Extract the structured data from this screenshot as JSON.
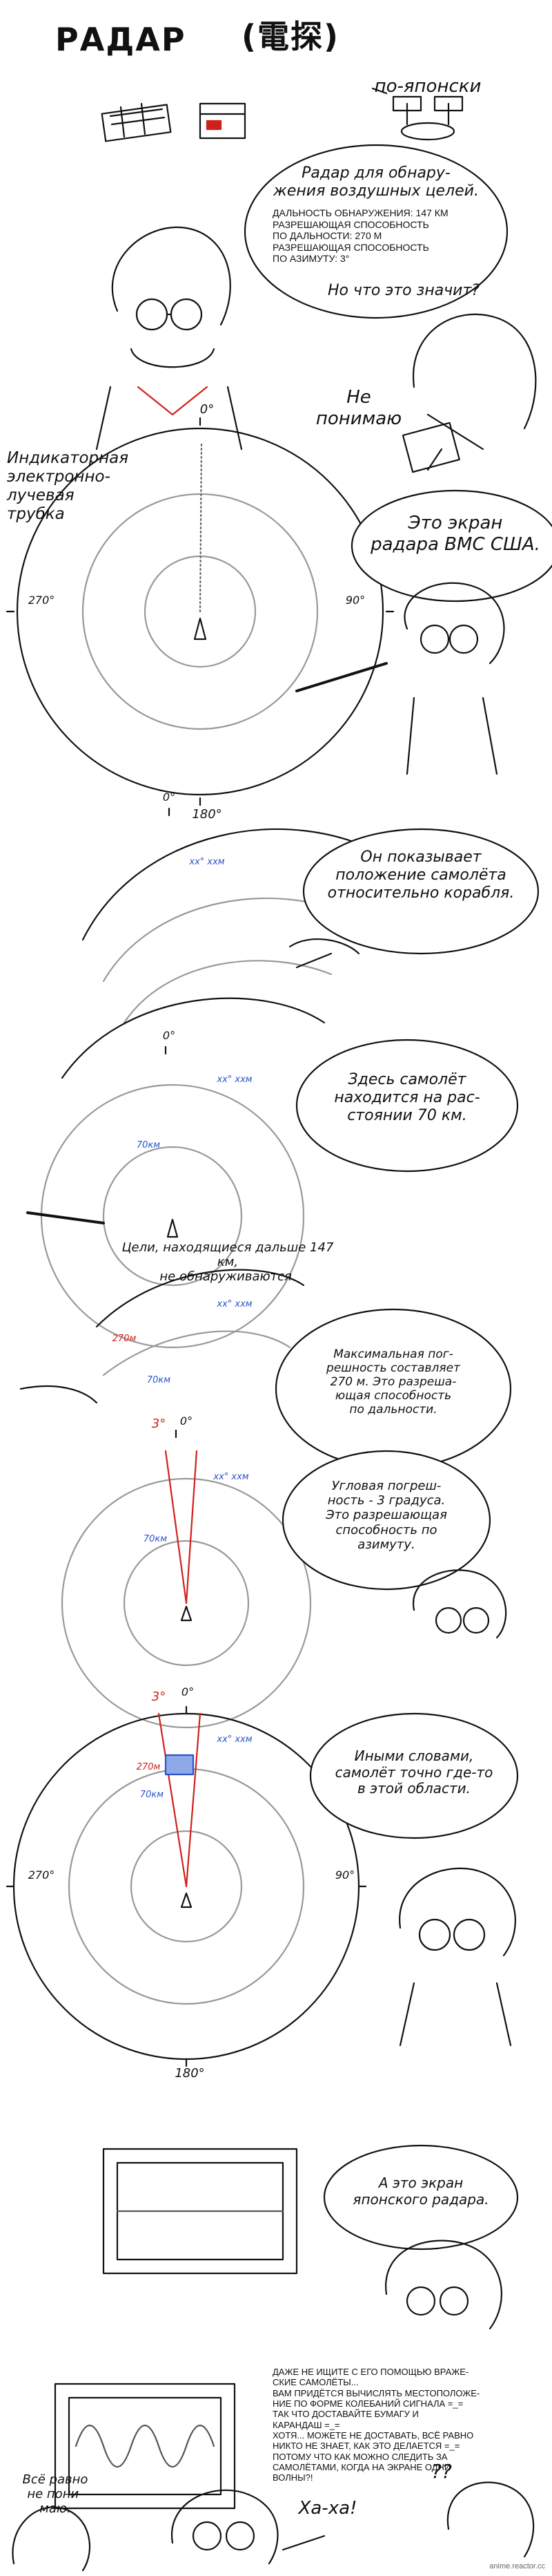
{
  "title": {
    "main": "РАДАР",
    "kanji": "(電探)",
    "note": "по-японски"
  },
  "speech": {
    "p1": "Радар для обнару-\nжения воздушных целей.",
    "p1_specs": "ДАЛЬНОСТЬ ОБНАРУЖЕНИЯ: 147 КМ\nРАЗРЕШАЮЩАЯ СПОСОБНОСТЬ\nПО ДАЛЬНОСТИ: 270 М\nРАЗРЕШАЮЩАЯ СПОСОБНОСТЬ\nПО АЗИМУТУ: 3°",
    "p1_question": "Но что это значит?",
    "p2_reply": "Не\nпонимаю",
    "p3_screen": "Это экран\nрадара ВМС США.",
    "p4": "Он показывает\nположение самолёта\nотносительно корабля.",
    "p5": "Здесь самолёт\nнаходится на рас-\nстоянии 70 км.",
    "p5_caption": "Цели, находящиеся дальше 147 км,\nне обнаруживаются.",
    "p6": "Максимальная пог-\nрешность составляет\n270 м. Это разреша-\nющая способность\nпо дальности.",
    "p7": "Угловая погреш-\nность - 3 градуса.\nЭто разрешающая\nспособность по\nазимуту.",
    "p8": "Иными словами,\nсамолёт точно где-то\nв этой области.",
    "p9": "А это экран\nяпонского радара.",
    "p10": "ДАЖЕ НЕ ИЩИТЕ С ЕГО ПОМОЩЬЮ ВРАЖЕ-\nСКИЕ САМОЛЁТЫ...\nВАМ ПРИДЁТСЯ ВЫЧИСЛЯТЬ МЕСТОПОЛОЖЕ-\nНИЕ ПО ФОРМЕ КОЛЕБАНИЙ СИГНАЛА =_=\nТАК ЧТО ДОСТАВАЙТЕ БУМАГУ И\nКАРАНДАШ =_=\nХОТЯ... МОЖЕТЕ НЕ ДОСТАВАТЬ, ВСЁ РАВНО\nНИКТО НЕ ЗНАЕТ, КАК ЭТО ДЕЛАЕТСЯ =_=\nПОТОМУ ЧТО КАК МОЖНО СЛЕДИТЬ ЗА\nСАМОЛЁТАМИ, КОГДА НА ЭКРАНЕ ОДНИ\nВОЛНЫ?!",
    "p11_left": "Всё равно\nне пони-\nмаю.",
    "p11_laugh": "Ха-ха!",
    "p11_confused": "??"
  },
  "labels": {
    "crt": "Индикаторная\nэлектронно-\nлучевая\nтрубка",
    "deg0": "0°",
    "deg90": "90°",
    "deg180": "180°",
    "deg270": "270°",
    "deg3": "3°",
    "km70": "70км",
    "m270": "270м",
    "xx": "хх°  ххм"
  },
  "footer": {
    "watermark": "anime.reactor.cc"
  }
}
